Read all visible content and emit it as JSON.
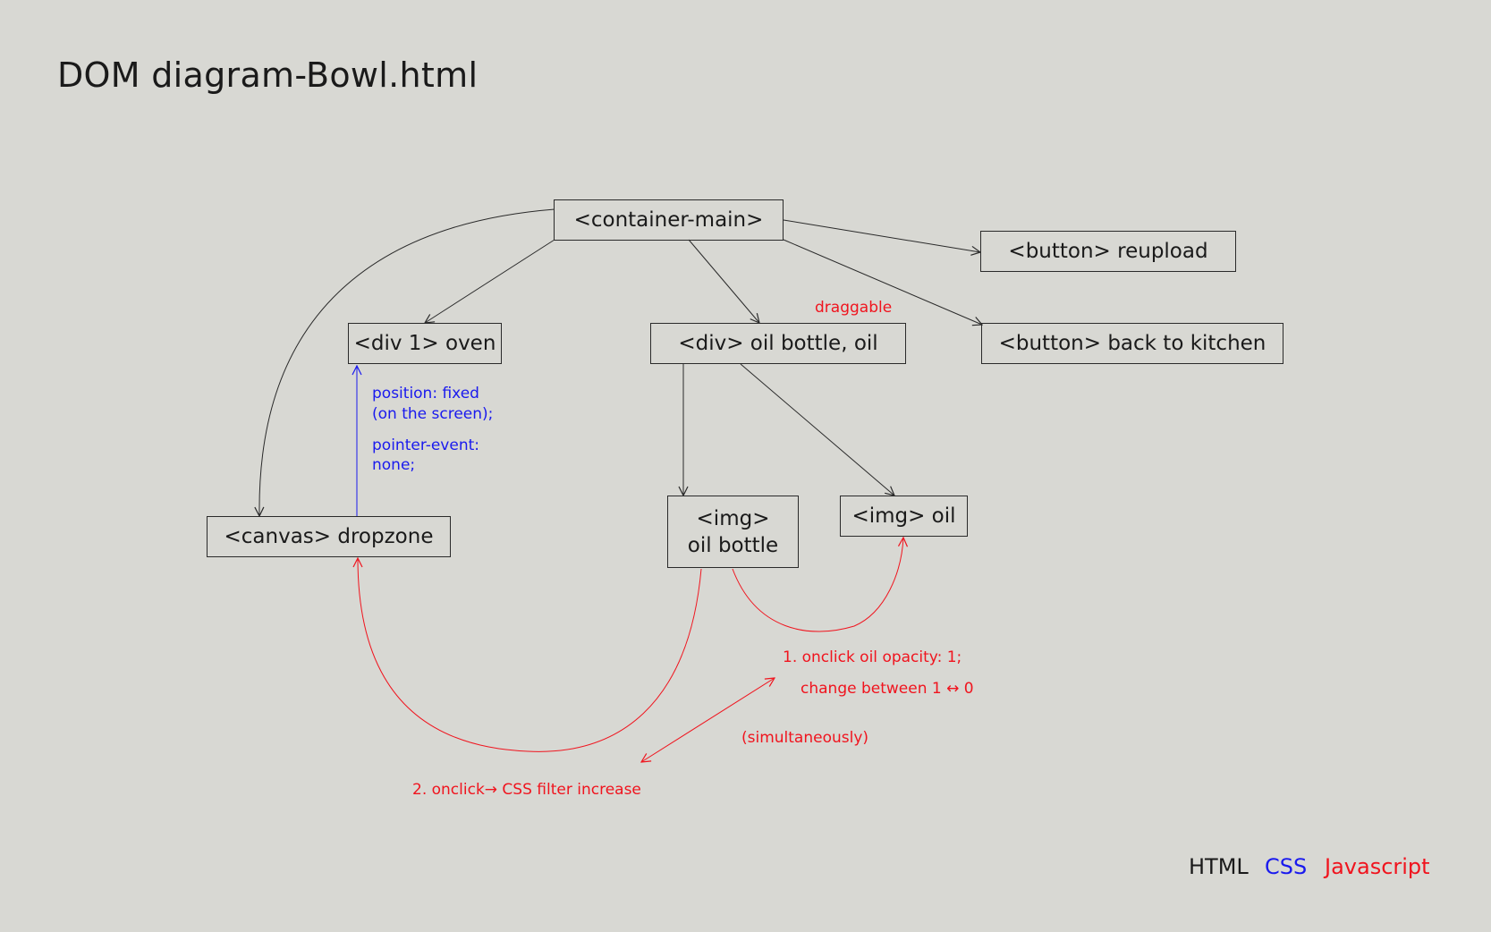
{
  "title": "DOM diagram-Bowl.html",
  "nodes": {
    "container_main": "<container-main>",
    "button_reupload": "<button> reupload",
    "button_back": "<button> back to kitchen",
    "div_oven": "<div 1> oven",
    "div_oil_bottle": "<div> oil bottle, oil",
    "canvas_dropzone": "<canvas> dropzone",
    "img_oil_bottle_line1": "<img>",
    "img_oil_bottle_line2": "oil bottle",
    "img_oil": "<img> oil"
  },
  "annotations": {
    "draggable": "draggable",
    "css_position_1": "position: fixed",
    "css_position_2": "(on the screen);",
    "css_pointer_1": "pointer-event:",
    "css_pointer_2": "none;",
    "js_step1_1": "1. onclick oil opacity: 1;",
    "js_step1_2": "change between 1 ↔ 0",
    "js_simultaneously": "(simultaneously)",
    "js_step2": "2. onclick→ CSS filter increase"
  },
  "legend": {
    "html": "HTML",
    "css": "CSS",
    "javascript": "Javascript"
  },
  "colors": {
    "background": "#d8d8d3",
    "html": "#1a1a1a",
    "css": "#1a1aee",
    "javascript": "#f0141e"
  }
}
